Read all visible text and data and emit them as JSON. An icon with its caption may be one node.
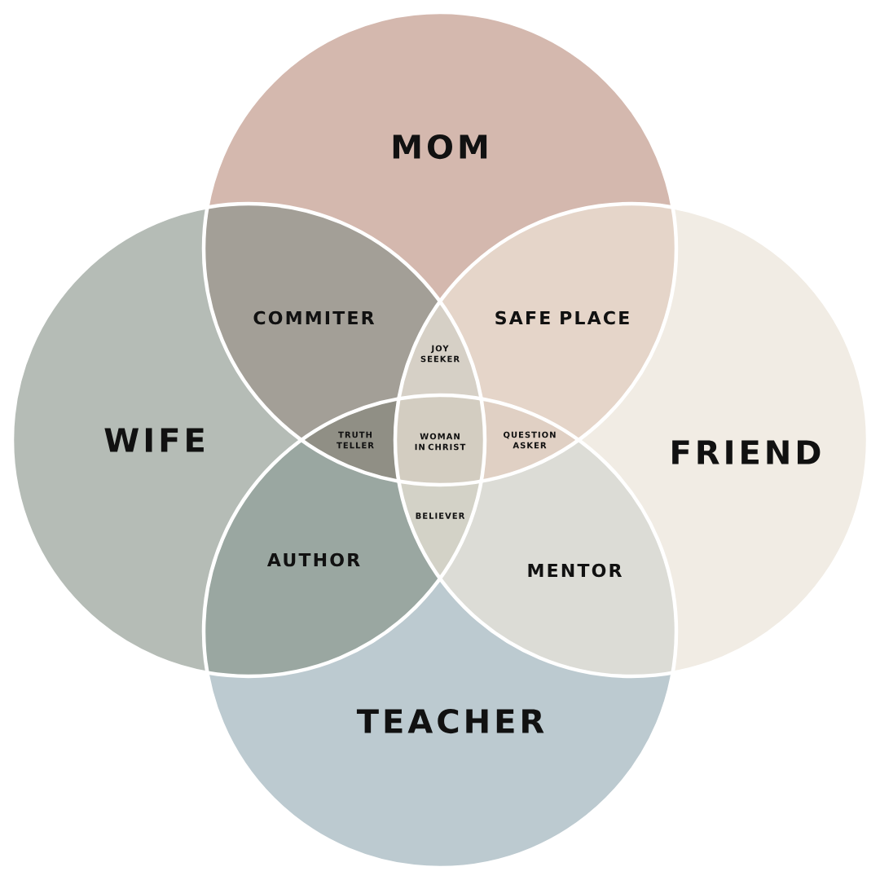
{
  "diagram": {
    "nodes": [
      {
        "text": [
          "MOM"
        ]
      },
      {
        "text": [
          "WIFE"
        ]
      },
      {
        "text": [
          "FRIEND"
        ]
      },
      {
        "text": [
          "TEACHER"
        ]
      },
      {
        "text": [
          "COMMITER"
        ]
      },
      {
        "text": [
          "SAFE PLACE"
        ]
      },
      {
        "text": [
          "JOY SEEKER"
        ]
      },
      {
        "text": [
          "TRUTH TELLER"
        ]
      },
      {
        "text": [
          "WOMAN IN CHRIST"
        ]
      },
      {
        "text": [
          "QUESTION ASKER"
        ]
      },
      {
        "text": [
          "AUTHOR"
        ]
      },
      {
        "text": [
          "BELIEVER"
        ]
      },
      {
        "text": [
          "MENTOR"
        ]
      }
    ]
  }
}
